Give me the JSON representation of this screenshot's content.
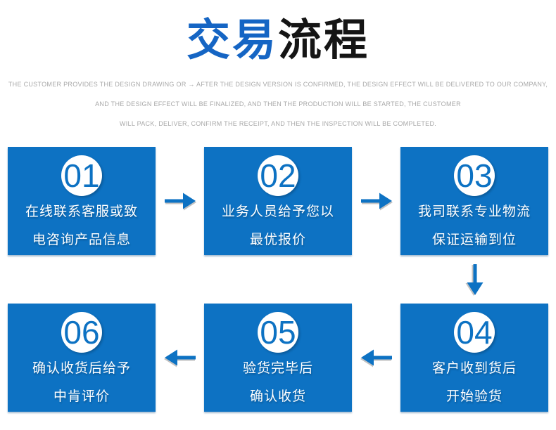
{
  "title": {
    "blue_part": "交易",
    "dark_part": "流程"
  },
  "subtitle_lines": [
    "THE CUSTOMER PROVIDES THE DESIGN DRAWING OR → AFTER THE DESIGN VERSION IS CONFIRMED, THE DESIGN EFFECT WILL BE DELIVERED TO OUR COMPANY,",
    "AND THE DESIGN EFFECT WILL BE FINALIZED, AND THEN THE PRODUCTION WILL BE STARTED, THE CUSTOMER",
    "WILL PACK, DELIVER, CONFIRM THE RECEIPT, AND THEN THE INSPECTION WILL BE COMPLETED."
  ],
  "steps": [
    {
      "number": "01",
      "lines": [
        "在线联系客服或致",
        "电咨询产品信息"
      ]
    },
    {
      "number": "02",
      "lines": [
        "业务人员给予您以",
        "最优报价"
      ]
    },
    {
      "number": "03",
      "lines": [
        "我司联系专业物流",
        "保证运输到位"
      ]
    },
    {
      "number": "04",
      "lines": [
        "客户收到货后",
        "开始验货"
      ]
    },
    {
      "number": "05",
      "lines": [
        "验货完毕后",
        "确认收货"
      ]
    },
    {
      "number": "06",
      "lines": [
        "确认收货后给予",
        "中肯评价"
      ]
    }
  ],
  "icons": {
    "arrow_right": "→",
    "arrow_left": "←",
    "arrow_down": "↓"
  },
  "colors": {
    "box_blue": "#0d72c3",
    "title_blue": "#1565c4",
    "title_dark": "#151515",
    "subtitle_gray": "#a8a8a8",
    "badge_bg": "#ffffff"
  }
}
